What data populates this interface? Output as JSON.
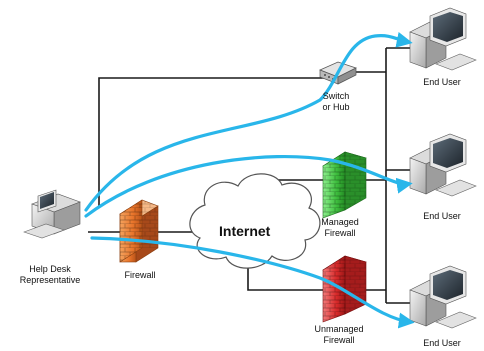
{
  "nodes": {
    "help_desk": {
      "line1": "Help Desk",
      "line2": "Representative"
    },
    "firewall": {
      "label": "Firewall"
    },
    "internet": {
      "label": "Internet"
    },
    "switch": {
      "line1": "Switch",
      "line2": "or Hub"
    },
    "managed_firewall": {
      "line1": "Managed",
      "line2": "Firewall"
    },
    "unmanaged_firewall": {
      "line1": "Unmanaged",
      "line2": "Firewall"
    },
    "end_user_top": {
      "label": "End User"
    },
    "end_user_mid": {
      "label": "End User"
    },
    "end_user_bot": {
      "label": "End User"
    }
  },
  "colors": {
    "connection_line": "#1a1a1a",
    "remote_link": "#29b6ea",
    "firewall_orange": "#e8742a",
    "managed_green": "#3fbf3f",
    "unmanaged_red": "#d92b2b",
    "cloud_fill": "#ffffff",
    "cloud_stroke": "#555555"
  }
}
